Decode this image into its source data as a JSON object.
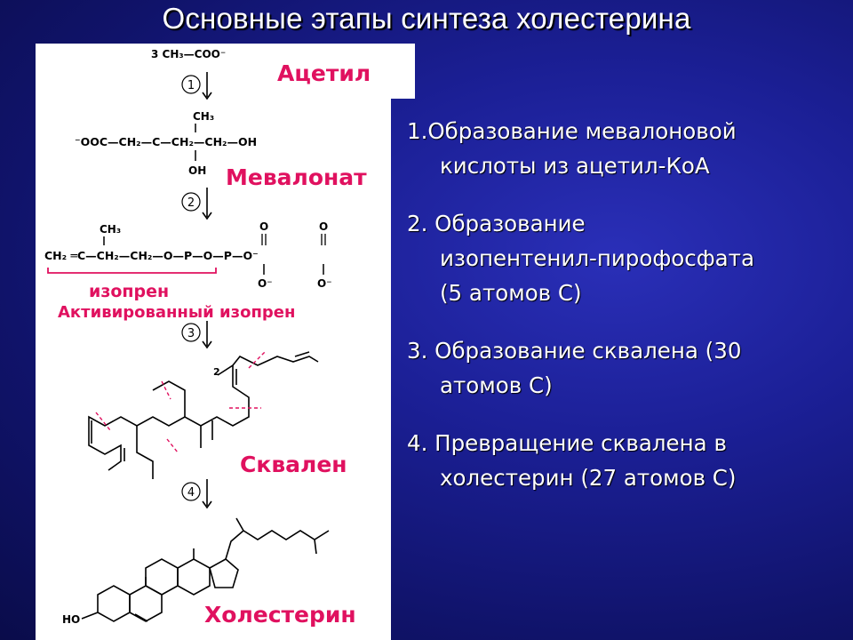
{
  "slide": {
    "title": "Основные этапы синтеза холестерина"
  },
  "diagram": {
    "labels": {
      "acetyl": "Ацетил",
      "mevalonate": "Мевалонат",
      "isoprene": "изопрен",
      "activated_isoprene": "Активированный изопрен",
      "squalene": "Сквален",
      "cholesterol": "Холестерин"
    },
    "step_numbers": [
      "1",
      "2",
      "3",
      "4"
    ],
    "formulas": {
      "acetate": "3 CH₃—COO⁻",
      "mev_ch3": "CH₃",
      "mev_chain": "⁻OOC—CH₂—C—CH₂—CH₂—OH",
      "mev_oh": "OH",
      "ipp_ch3": "CH₃",
      "ipp_chain": "CH₂ ═C—CH₂—CH₂—O—P—O—P—O⁻",
      "ipp_o_top1": "O",
      "ipp_o_top2": "O",
      "ipp_o_bot1": "O⁻",
      "ipp_o_bot2": "O⁻",
      "ho": "HO",
      "squalene_num": "2"
    }
  },
  "steps": [
    {
      "line1": "1.Образование мевалоновой",
      "line2": "кислоты из ацетил-КоА"
    },
    {
      "line1": "2. Образование",
      "line2": "изопентенил-пирофосфата",
      "line3": "(5 атомов С)"
    },
    {
      "line1": "3. Образование сквалена (30",
      "line2": "атомов С)"
    },
    {
      "line1": "4. Превращение сквалена в",
      "line2": "холестерин (27 атомов С)"
    }
  ],
  "colors": {
    "background": "#1b1f95",
    "accent_label": "#e0115f",
    "text": "#ffffff"
  }
}
